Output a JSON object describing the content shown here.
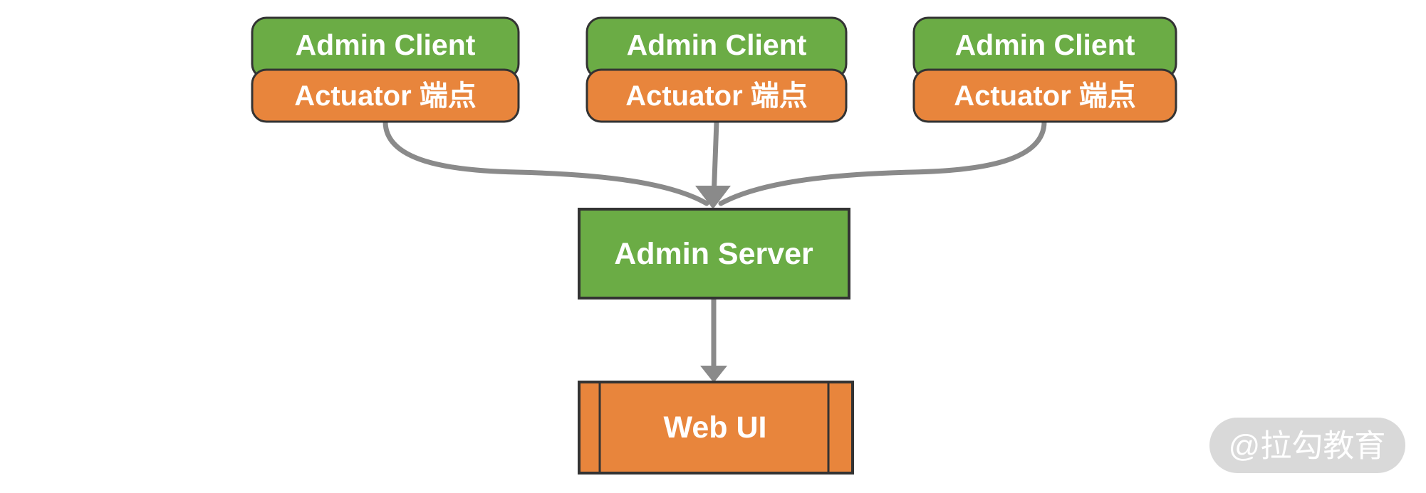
{
  "colors": {
    "green": "#6bac45",
    "orange": "#e8853c",
    "border": "#333333",
    "arrow": "#8a8a8a",
    "label_text": "#ffffff",
    "watermark_bg": "#d9d9d9",
    "watermark_text": "#ffffff",
    "background": "#ffffff"
  },
  "nodes": {
    "clients": [
      {
        "title": "Admin Client",
        "subtitle": "Actuator 端点"
      },
      {
        "title": "Admin Client",
        "subtitle": "Actuator 端点"
      },
      {
        "title": "Admin Client",
        "subtitle": "Actuator 端点"
      }
    ],
    "server": {
      "label": "Admin Server"
    },
    "web_ui": {
      "label": "Web UI"
    }
  },
  "watermark": {
    "label": "@拉勾教育"
  }
}
